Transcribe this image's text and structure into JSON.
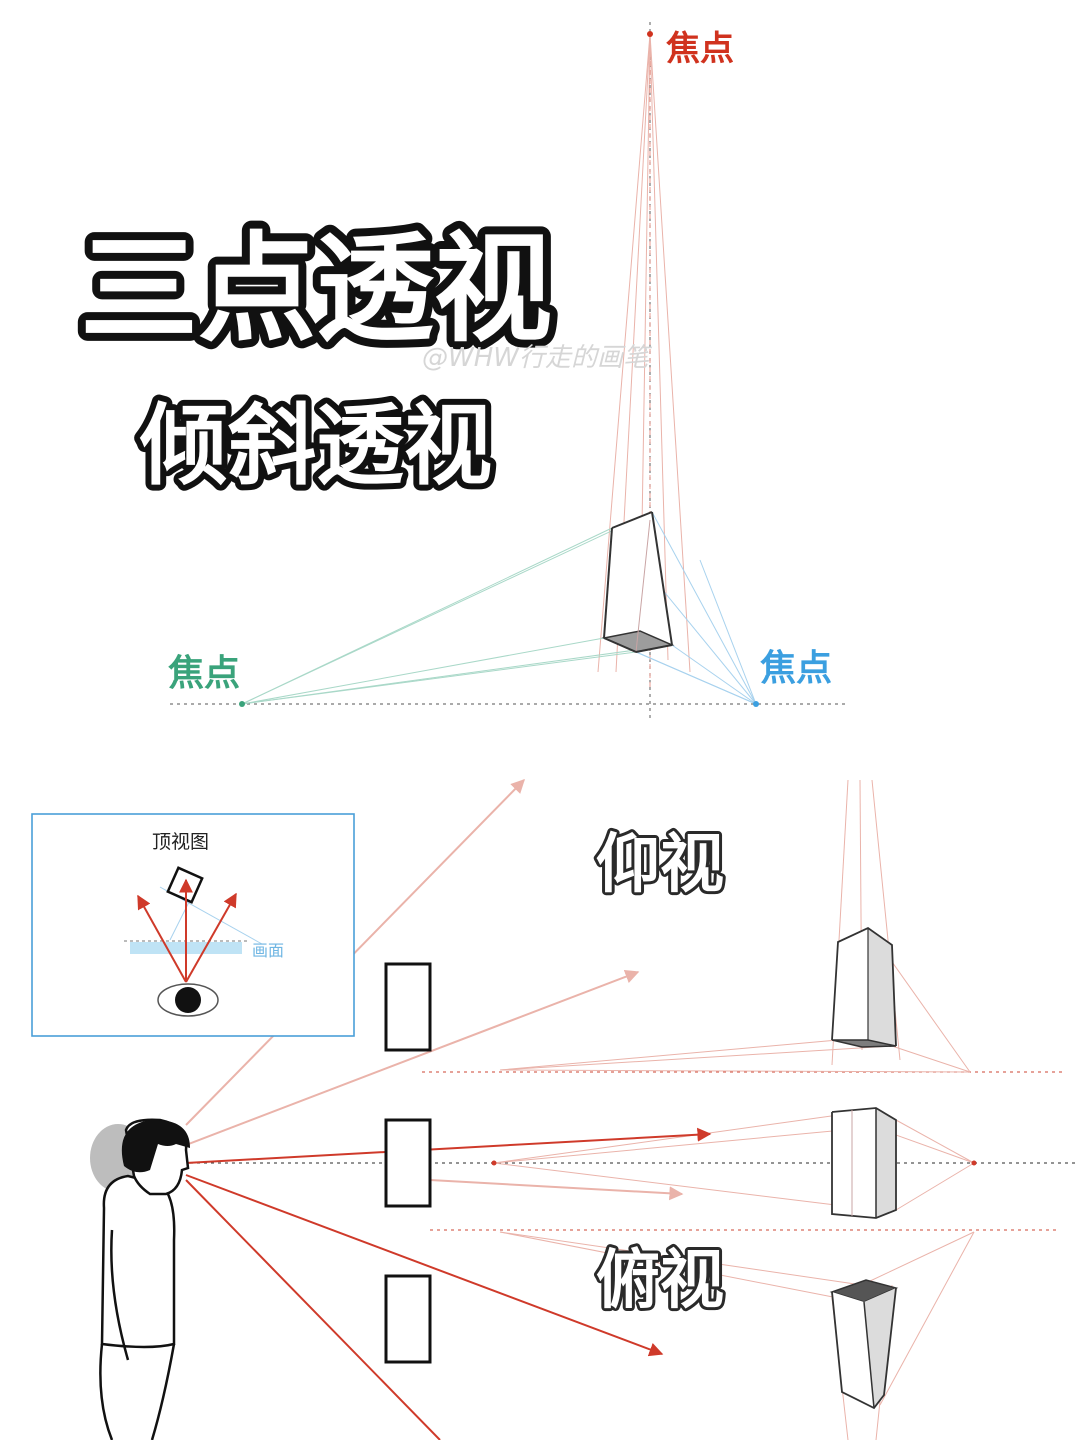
{
  "title": "三点透视",
  "subtitle": "倾斜透视",
  "watermark": "@WHW行走的画笔",
  "focal_points": {
    "top": {
      "label": "焦点",
      "color": "#d0321e"
    },
    "left": {
      "label": "焦点",
      "color": "#3aa37b"
    },
    "right": {
      "label": "焦点",
      "color": "#3b9fe0"
    }
  },
  "inset": {
    "title": "顶视图",
    "picture_plane_label": "画面",
    "border_color": "#4a9fd8"
  },
  "views": {
    "up": "仰视",
    "down": "俯视"
  },
  "colors": {
    "red": "#cf3a2a",
    "light_red": "#eab3aa",
    "green_line": "#a9d8c8",
    "blue_line": "#a8d2ee",
    "plane_blue": "#bfe3f5"
  }
}
